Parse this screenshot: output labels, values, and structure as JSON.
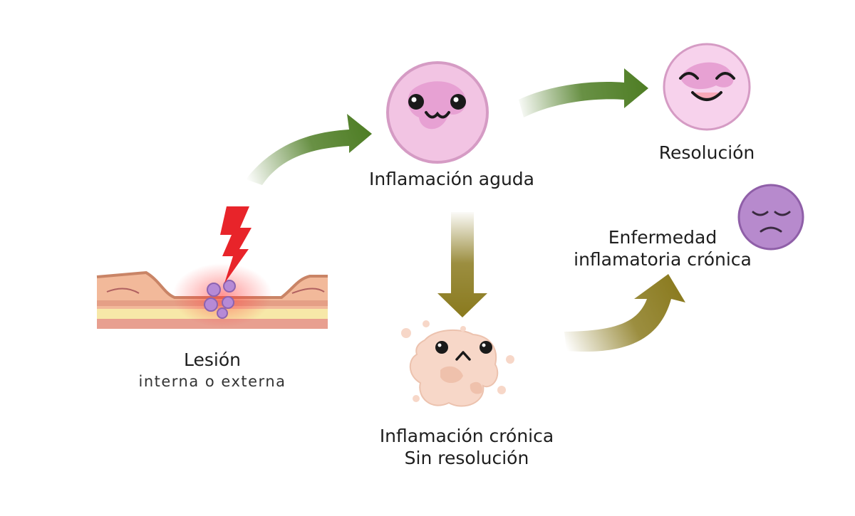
{
  "nodes": {
    "lesion": {
      "title": "Lesión",
      "subtitle": "interna o externa"
    },
    "acute": {
      "label": "Inflamación aguda"
    },
    "resolution": {
      "label": "Resolución"
    },
    "chronic": {
      "line1": "Inflamación crónica",
      "line2": "Sin resolución"
    },
    "disease": {
      "line1": "Enfermedad",
      "line2": "inflamatoria crónica"
    }
  },
  "colors": {
    "green_arrow": "#4e7d24",
    "olive_arrow": "#8a7a1e",
    "lightning": "#e8242a",
    "cell_pink": "#f2c4e3",
    "cell_outline": "#d59bc4",
    "sad_cell": "#b78acd",
    "chronic_blob": "#f7d7c8"
  }
}
